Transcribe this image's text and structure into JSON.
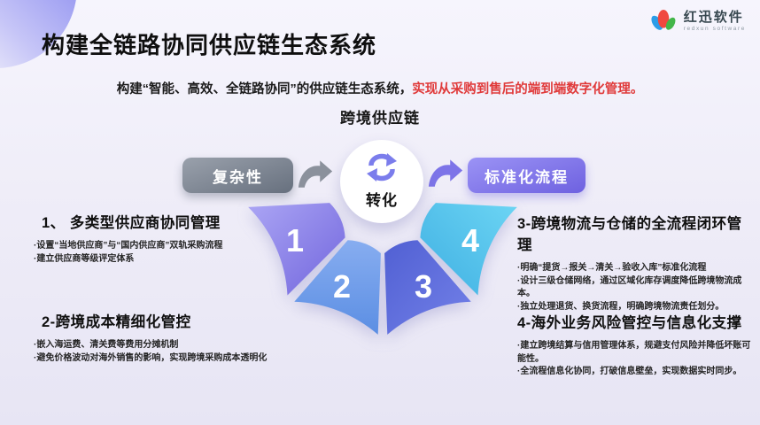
{
  "page": {
    "title": "构建全链路协同供应链生态系统",
    "subtitle_prefix": "构建“智能、高效、全链路协同”的供应链生态系统，",
    "subtitle_highlight": "实现从采购到售后的端到端数字化管理。",
    "center_label": "跨境供应链"
  },
  "logo": {
    "name": "红迅软件",
    "tagline": "redxun software"
  },
  "flow": {
    "left_pill": "复杂性",
    "circle_label": "转化",
    "right_pill": "标准化流程"
  },
  "fan": {
    "segments": [
      {
        "number": "1"
      },
      {
        "number": "2"
      },
      {
        "number": "3"
      },
      {
        "number": "4"
      }
    ]
  },
  "sections": [
    {
      "heading": "1、 多类型供应商协同管理",
      "bullets": [
        "·设置“当地供应商”与“国内供应商”双轨采购流程",
        "·建立供应商等级评定体系"
      ]
    },
    {
      "heading": "2-跨境成本精细化管控",
      "bullets": [
        "·嵌入海运费、清关费等费用分摊机制",
        "·避免价格波动对海外销售的影响，实现跨境采购成本透明化"
      ]
    },
    {
      "heading": "3-跨境物流与仓储的全流程闭环管理",
      "bullets": [
        "·明确“提货→报关→清关→验收入库”标准化流程",
        "·设计三级仓储网络，通过区域化库存调度降低跨境物流成本。",
        "·独立处理退货、换货流程，明确跨境物流责任划分。"
      ]
    },
    {
      "heading": "4-海外业务风险管控与信息化支撑",
      "bullets": [
        "·建立跨境结算与信用管理体系，规避支付风险并降低坏账可能性。",
        "·全流程信息化协同，打破信息壁垒，实现数据实时同步。"
      ]
    }
  ],
  "colors": {
    "accent_purple": "#7b6fe2",
    "highlight_red": "#e03a3a",
    "wedge1": "#8a7fe8",
    "wedge2": "#6d9ce9",
    "wedge3": "#5a67d8",
    "wedge4": "#4fc0ec",
    "logo_blue": "#2b9de8",
    "logo_red": "#f0483f",
    "logo_green": "#43b649"
  }
}
